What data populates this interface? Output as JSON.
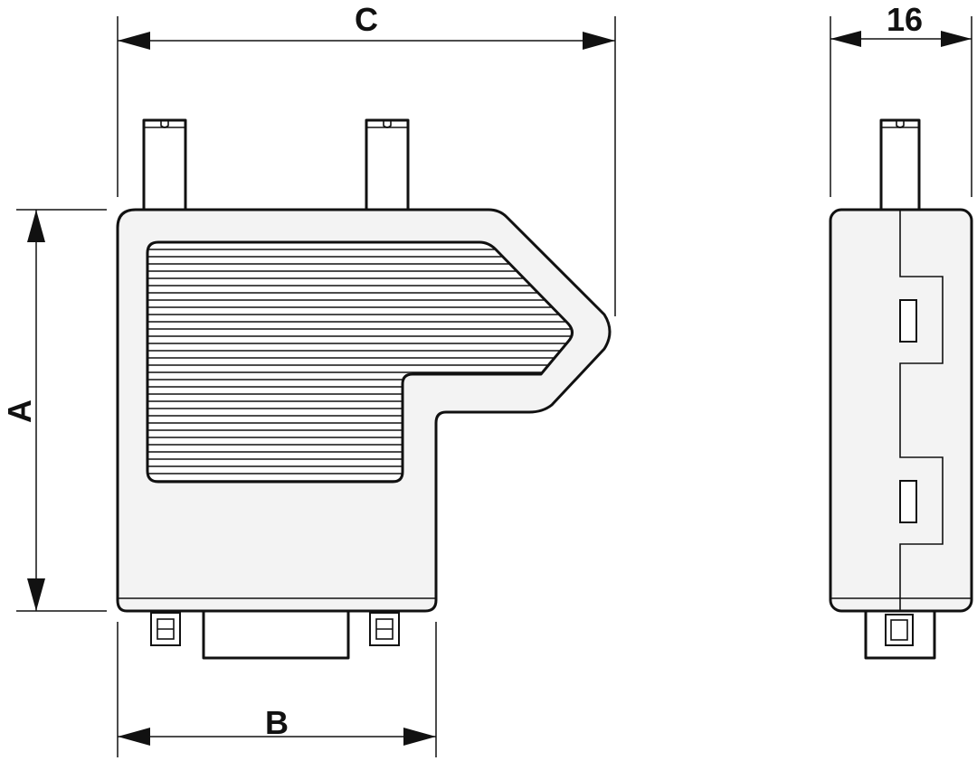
{
  "dimensions": {
    "height_label": "A",
    "base_width_label": "B",
    "overall_width_label": "C",
    "depth_label": "16"
  },
  "colors": {
    "line": "#111111",
    "body_fill": "#f3f3f3",
    "background": "#ffffff"
  }
}
